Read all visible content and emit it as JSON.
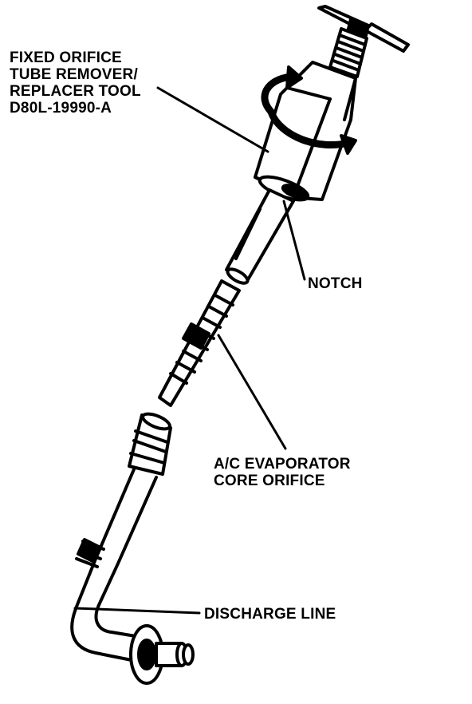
{
  "labels": {
    "tool": [
      "FIXED ORIFICE",
      "TUBE REMOVER/",
      "REPLACER TOOL",
      "D80L-19990-A"
    ],
    "notch": "NOTCH",
    "orifice": [
      "A/C EVAPORATOR",
      "CORE ORIFICE"
    ],
    "discharge": "DISCHARGE LINE"
  }
}
